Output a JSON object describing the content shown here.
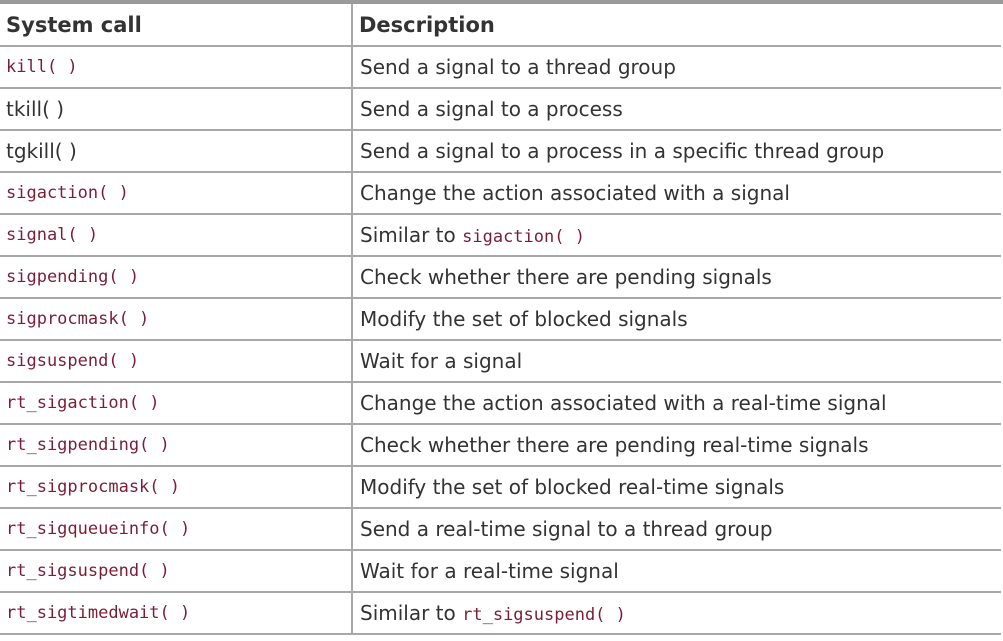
{
  "table": {
    "headers": [
      "System call",
      "Description"
    ],
    "rows": [
      {
        "call": "kill( )",
        "call_style": "code",
        "desc": "Send a signal to a thread group"
      },
      {
        "call": "tkill( )",
        "call_style": "plain",
        "desc": "Send a signal to a process"
      },
      {
        "call": "tgkill( )",
        "call_style": "plain",
        "desc": "Send a signal to a process in a specific thread group"
      },
      {
        "call": "sigaction( )",
        "call_style": "code",
        "desc": "Change the action associated with a signal"
      },
      {
        "call": "signal( )",
        "call_style": "code",
        "desc": "Similar to ",
        "desc_code": "sigaction( )"
      },
      {
        "call": "sigpending( )",
        "call_style": "code",
        "desc": "Check whether there are pending signals"
      },
      {
        "call": "sigprocmask( )",
        "call_style": "code",
        "desc": "Modify the set of blocked signals"
      },
      {
        "call": "sigsuspend( )",
        "call_style": "code",
        "desc": "Wait for a signal"
      },
      {
        "call": "rt_sigaction( )",
        "call_style": "code",
        "desc": "Change the action associated with a real-time signal"
      },
      {
        "call": "rt_sigpending( )",
        "call_style": "code",
        "desc": "Check whether there are pending real-time signals"
      },
      {
        "call": "rt_sigprocmask( )",
        "call_style": "code",
        "desc": "Modify the set of blocked real-time signals"
      },
      {
        "call": "rt_sigqueueinfo( )",
        "call_style": "code",
        "desc": "Send a real-time signal to a thread group"
      },
      {
        "call": "rt_sigsuspend( )",
        "call_style": "code",
        "desc": "Wait for a real-time signal"
      },
      {
        "call": "rt_sigtimedwait( )",
        "call_style": "code",
        "desc": "Similar to ",
        "desc_code": "rt_sigsuspend( )"
      }
    ]
  },
  "colors": {
    "code_text": "#7a1e38",
    "body_text": "#333333",
    "rule": "#a8a8a8"
  }
}
